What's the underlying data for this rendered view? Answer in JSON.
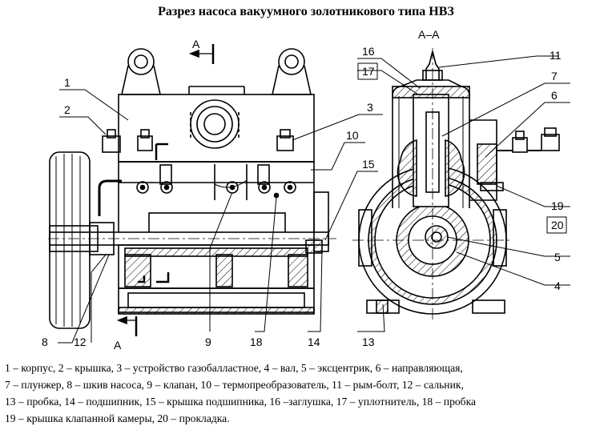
{
  "title": "Разрез насоса вакуумного золотникового типа НВЗ",
  "section_labels": {
    "a_top": "А",
    "a_bottom": "А",
    "aa": "А–А"
  },
  "callouts": {
    "c1": "1",
    "c2": "2",
    "c3": "3",
    "c4": "4",
    "c5": "5",
    "c6": "6",
    "c7": "7",
    "c8": "8",
    "c9": "9",
    "c10": "10",
    "c11": "11",
    "c12": "12",
    "c13": "13",
    "c14": "14",
    "c15": "15",
    "c16": "16",
    "c17": "17",
    "c18": "18",
    "c19": "19",
    "c20": "20"
  },
  "legend": {
    "line1": "1 – корпус,  2 – крышка,  3 – устройство газобалластное,  4 – вал,  5 – эксцентрик,  6 – направляющая,",
    "line2": "7 – плунжер,  8 – шкив насоса,  9 – клапан,  10 – термопреобразователь,  11 – рым-болт,  12 – сальник,",
    "line3": "13 – пробка, 14 – подшипник, 15 – крышка подшипника, 16 –заглушка, 17 – уплотнитель, 18 – пробка",
    "line4": "19 – крышка клапанной камеры,  20 – прокладка."
  }
}
